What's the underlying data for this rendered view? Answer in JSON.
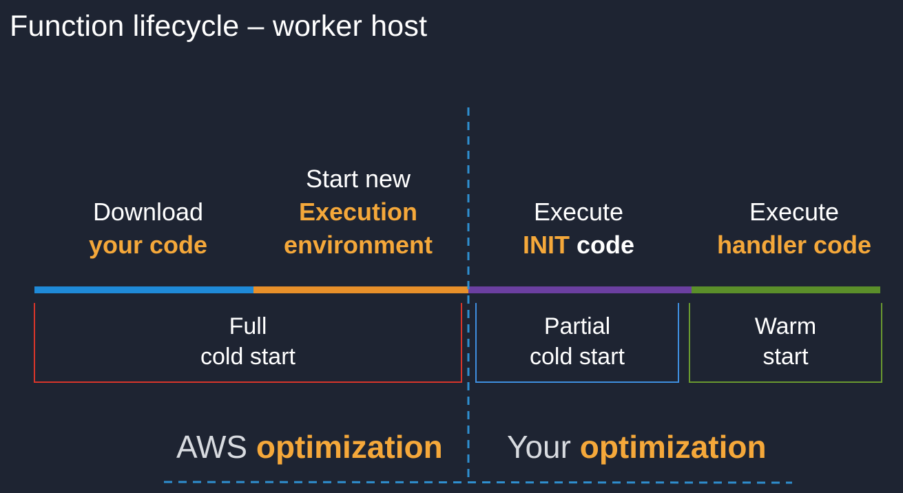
{
  "title": "Function lifecycle – worker host",
  "phases": [
    {
      "line1": "Download",
      "line2": "your code"
    },
    {
      "line0": "Start new",
      "line1": "Execution",
      "line2": "environment"
    },
    {
      "line1": "Execute",
      "line2a": "INIT",
      "line2b": "code"
    },
    {
      "line1": "Execute",
      "line2": "handler code"
    }
  ],
  "brackets": [
    {
      "line1": "Full",
      "line2": "cold start"
    },
    {
      "line1": "Partial",
      "line2": "cold start"
    },
    {
      "line1": "Warm",
      "line2": "start"
    }
  ],
  "optimization": {
    "left_prefix": "AWS",
    "left_word": "optimization",
    "right_prefix": "Your",
    "right_word": "optimization"
  },
  "colors": {
    "background": "#1e2432",
    "accent_orange": "#f5a83a",
    "bar_blue": "#1f8ad8",
    "bar_orange": "#e8902a",
    "bar_purple": "#6b3fa0",
    "bar_green": "#5b8f2a",
    "bracket_red": "#d9352a",
    "bracket_blue": "#3f8fe0",
    "bracket_green": "#6a9a30",
    "divider_blue": "#2f8fd0"
  }
}
